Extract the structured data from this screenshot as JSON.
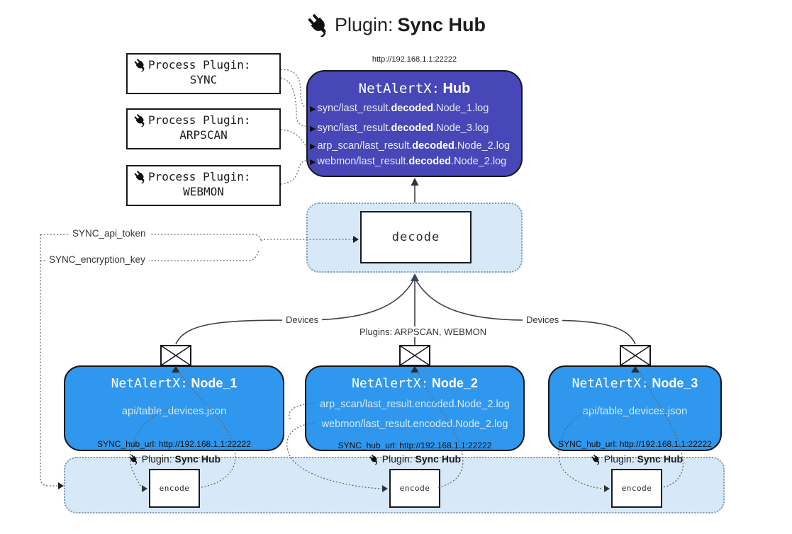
{
  "title": {
    "icon": "plug-icon",
    "prefix": "Plugin:",
    "name": "Sync Hub"
  },
  "colors": {
    "hub_fill": "#4747b8",
    "node_fill": "#2f97ed",
    "panel_fill": "#d7e9f8",
    "panel_border": "#7e99b4",
    "hub_text": "#e9e9f7",
    "node_secondary_text": "#d6eafc"
  },
  "process_plugins": [
    {
      "label": "Process Plugin:",
      "name": "SYNC"
    },
    {
      "label": "Process Plugin:",
      "name": "ARPSCAN"
    },
    {
      "label": "Process Plugin:",
      "name": "WEBMON"
    }
  ],
  "hub": {
    "url": "http://192.168.1.1:22222",
    "title_prefix": "NetAlertX:",
    "title_name": "Hub",
    "log_lines": [
      {
        "marker": "▶",
        "pre": "sync/last_result.",
        "bold": "decoded",
        "post": ".Node_1.log"
      },
      {
        "marker": "▶",
        "pre": "sync/last_result.",
        "bold": "decoded",
        "post": ".Node_3.log"
      },
      {
        "marker": "▶",
        "pre": "arp_scan/last_result.",
        "bold": "decoded",
        "post": ".Node_2.log"
      },
      {
        "marker": "▶",
        "pre": "webmon/last_result.",
        "bold": "decoded",
        "post": ".Node_2.log"
      }
    ]
  },
  "decode": {
    "label": "decode"
  },
  "config_labels": {
    "api_token": "SYNC_api_token",
    "encryption_key": "SYNC_encryption_key"
  },
  "edge_labels": {
    "devices_left": "Devices",
    "plugins_center": "Plugins: ARPSCAN, WEBMON",
    "devices_right": "Devices"
  },
  "nodes": [
    {
      "title_prefix": "NetAlertX:",
      "title_name": "Node_1",
      "lines": [
        "api/table_devices.json"
      ],
      "hub_url": "SYNC_hub_url: http://192.168.1.1:22222"
    },
    {
      "title_prefix": "NetAlertX:",
      "title_name": "Node_2",
      "lines": [
        "arp_scan/last_result.encoded.Node_2.log",
        "webmon/last_result.encoded.Node_2.log"
      ],
      "hub_url": "SYNC_hub_url: http://192.168.1.1:22222"
    },
    {
      "title_prefix": "NetAlertX:",
      "title_name": "Node_3",
      "lines": [
        "api/table_devices.json"
      ],
      "hub_url": "SYNC_hub_url: http://192.168.1.1:22222"
    }
  ],
  "encoders": [
    {
      "plugin_label": "Plugin:",
      "plugin_name": "Sync Hub",
      "label": "encode"
    },
    {
      "plugin_label": "Plugin:",
      "plugin_name": "Sync Hub",
      "label": "encode"
    },
    {
      "plugin_label": "Plugin:",
      "plugin_name": "Sync Hub",
      "label": "encode"
    }
  ]
}
